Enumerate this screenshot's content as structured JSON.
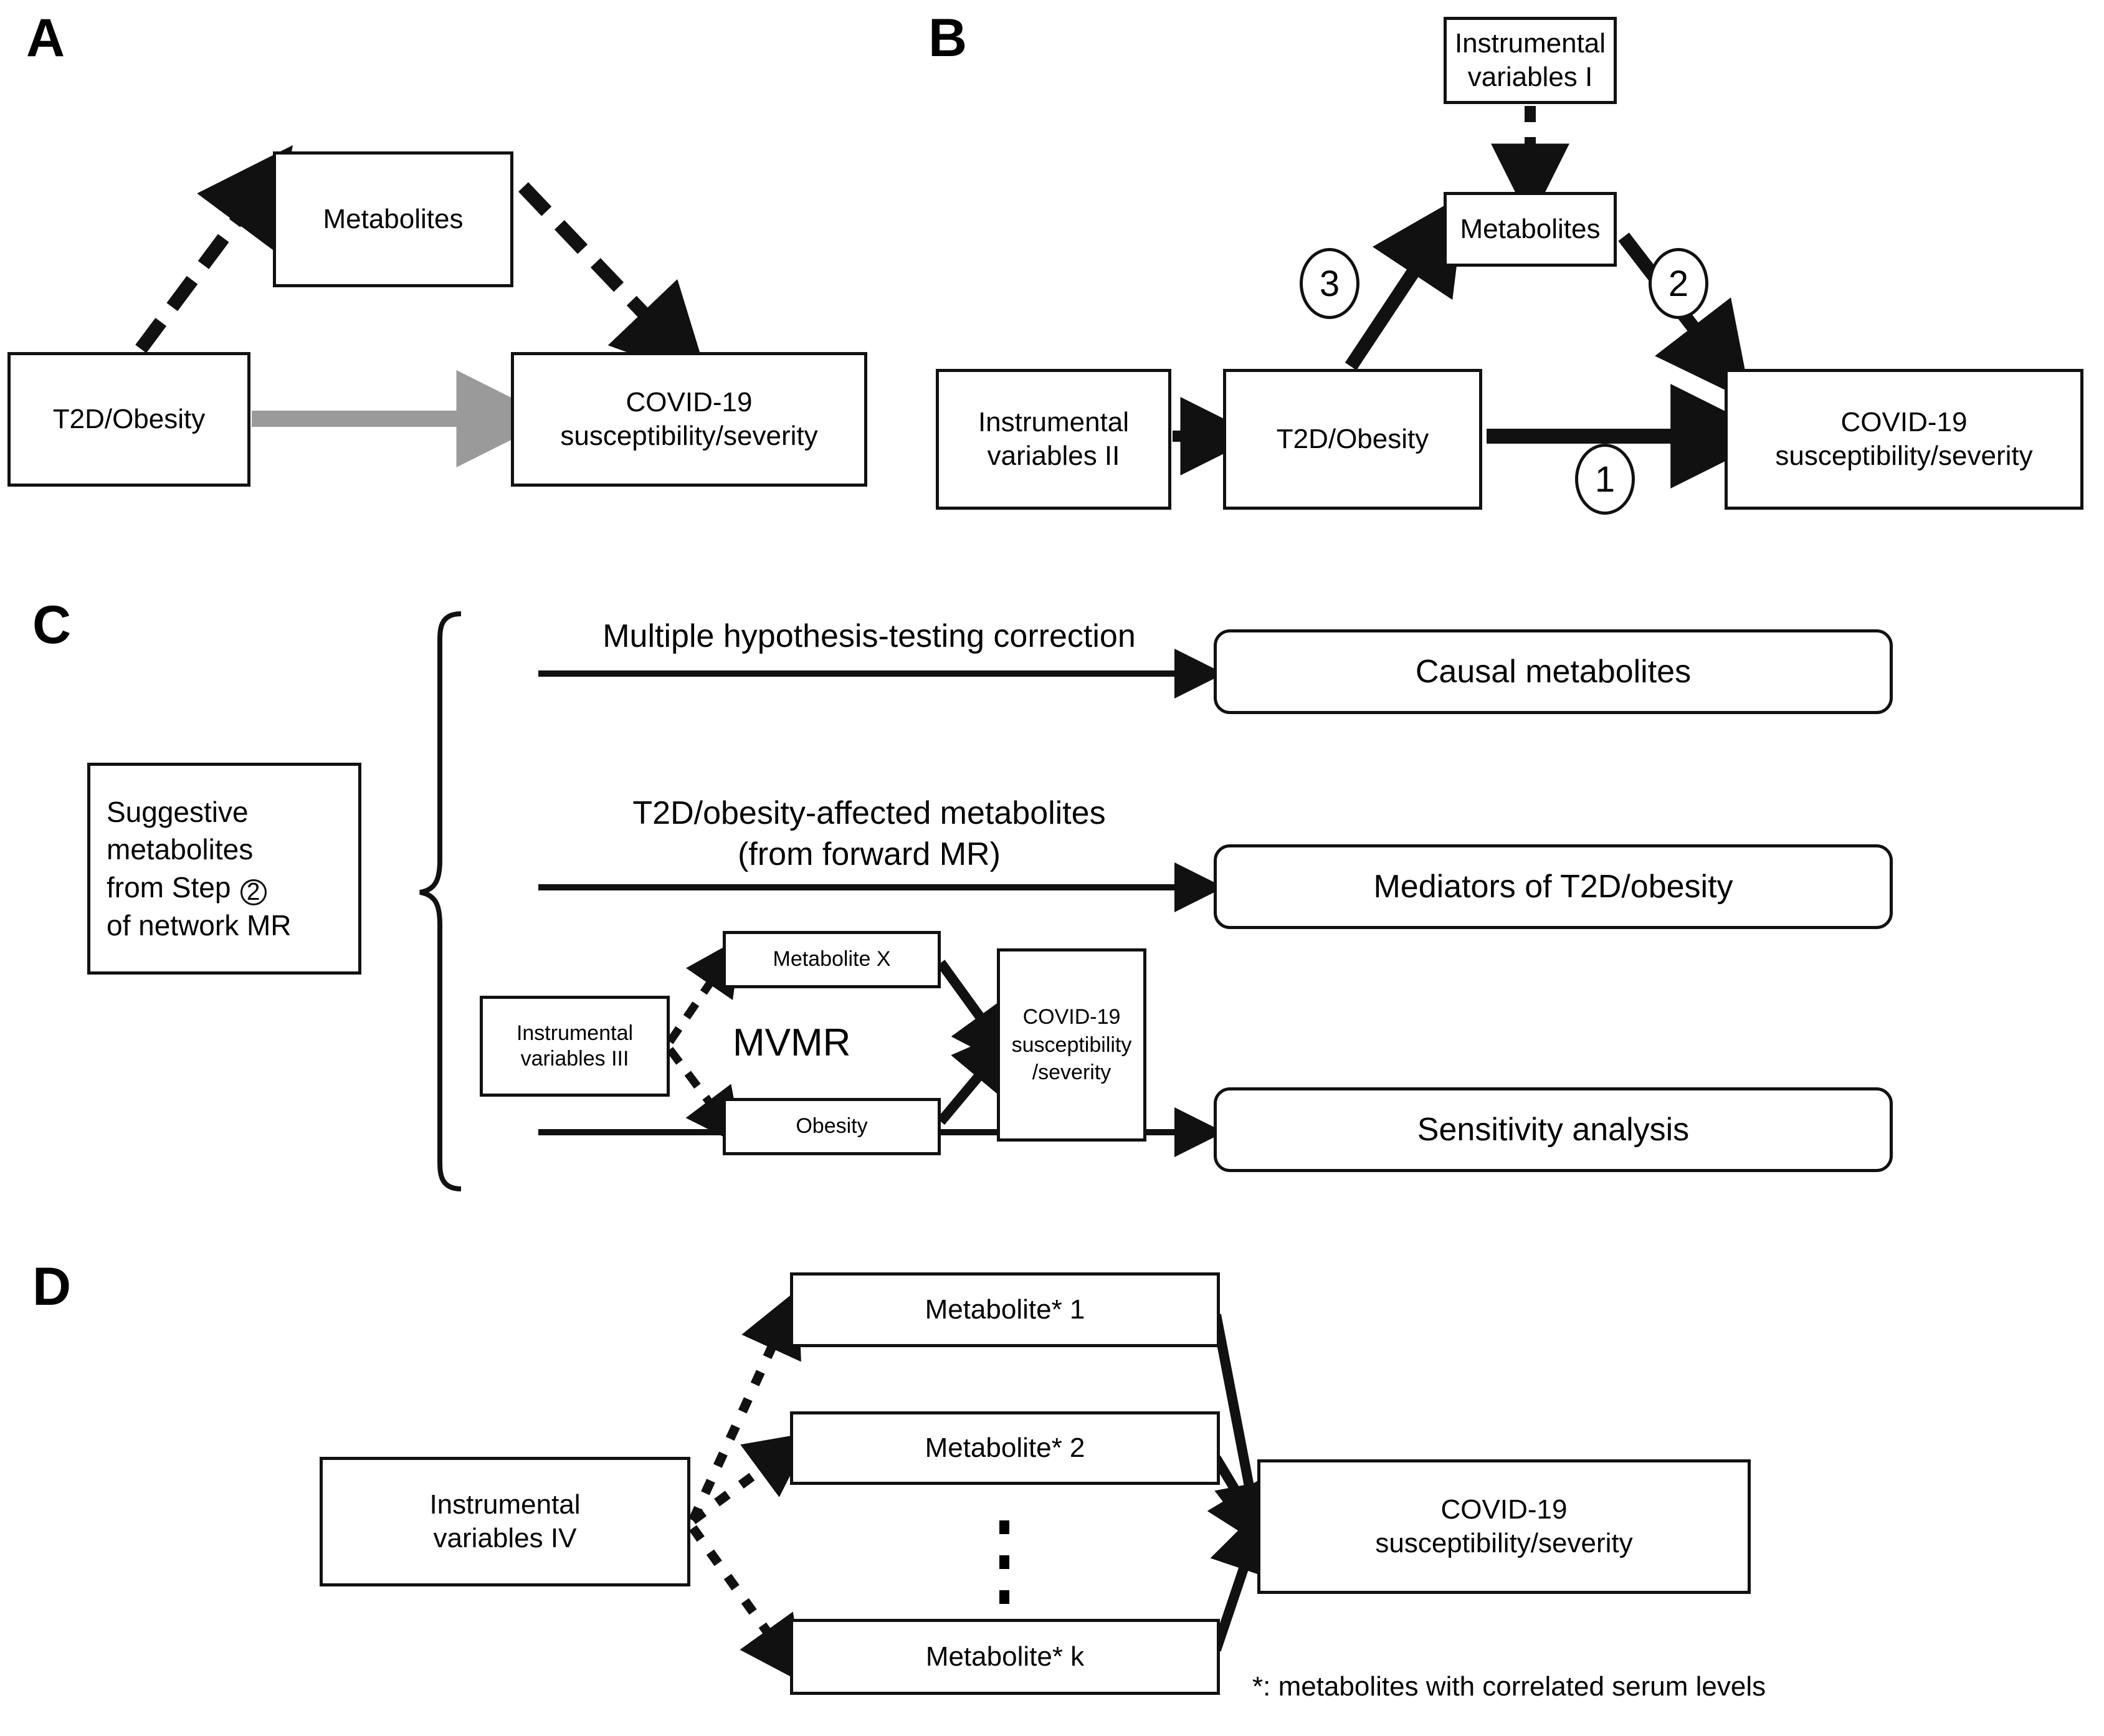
{
  "panels": {
    "a": {
      "letter": "A",
      "boxes": {
        "metabolites": "Metabolites",
        "exposure": "T2D/Obesity",
        "outcome": "COVID-19\nsusceptibility/severity"
      }
    },
    "b": {
      "letter": "B",
      "boxes": {
        "iv1": "Instrumental\nvariables I",
        "iv2": "Instrumental\nvariables II",
        "metabolites": "Metabolites",
        "exposure": "T2D/Obesity",
        "outcome": "COVID-19\nsusceptibility/severity"
      },
      "step_labels": {
        "step1": "1",
        "step2": "2",
        "step3": "3"
      }
    },
    "c": {
      "letter": "C",
      "source_box": {
        "line1": "Suggestive",
        "line2": "metabolites",
        "line3_pre": "from Step",
        "line3_circled": "2",
        "line4": "of network MR"
      },
      "branches": [
        {
          "label_line1": "Multiple hypothesis-testing correction",
          "label_line2": "",
          "result": "Causal metabolites"
        },
        {
          "label_line1": "T2D/obesity-affected metabolites",
          "label_line2": "(from forward MR)",
          "result": "Mediators of T2D/obesity"
        },
        {
          "label_line1": "",
          "label_line2": "",
          "result": "Sensitivity analysis"
        }
      ],
      "mvmr": {
        "title": "MVMR",
        "iv": "Instrumental\nvariables III",
        "metabolite_x": "Metabolite X",
        "obesity": "Obesity",
        "outcome": "COVID-19\nsusceptibility\n/severity"
      }
    },
    "d": {
      "letter": "D",
      "boxes": {
        "iv4": "Instrumental\nvariables IV",
        "metabolite1": "Metabolite* 1",
        "metabolite2": "Metabolite* 2",
        "metabolitek": "Metabolite* k",
        "outcome": "COVID-19\nsusceptibility/severity"
      },
      "footnote": "*: metabolites with correlated serum levels"
    }
  },
  "colors": {
    "stroke": "#111111",
    "gray_arrow": "#9a9a9a",
    "background": "#ffffff"
  }
}
